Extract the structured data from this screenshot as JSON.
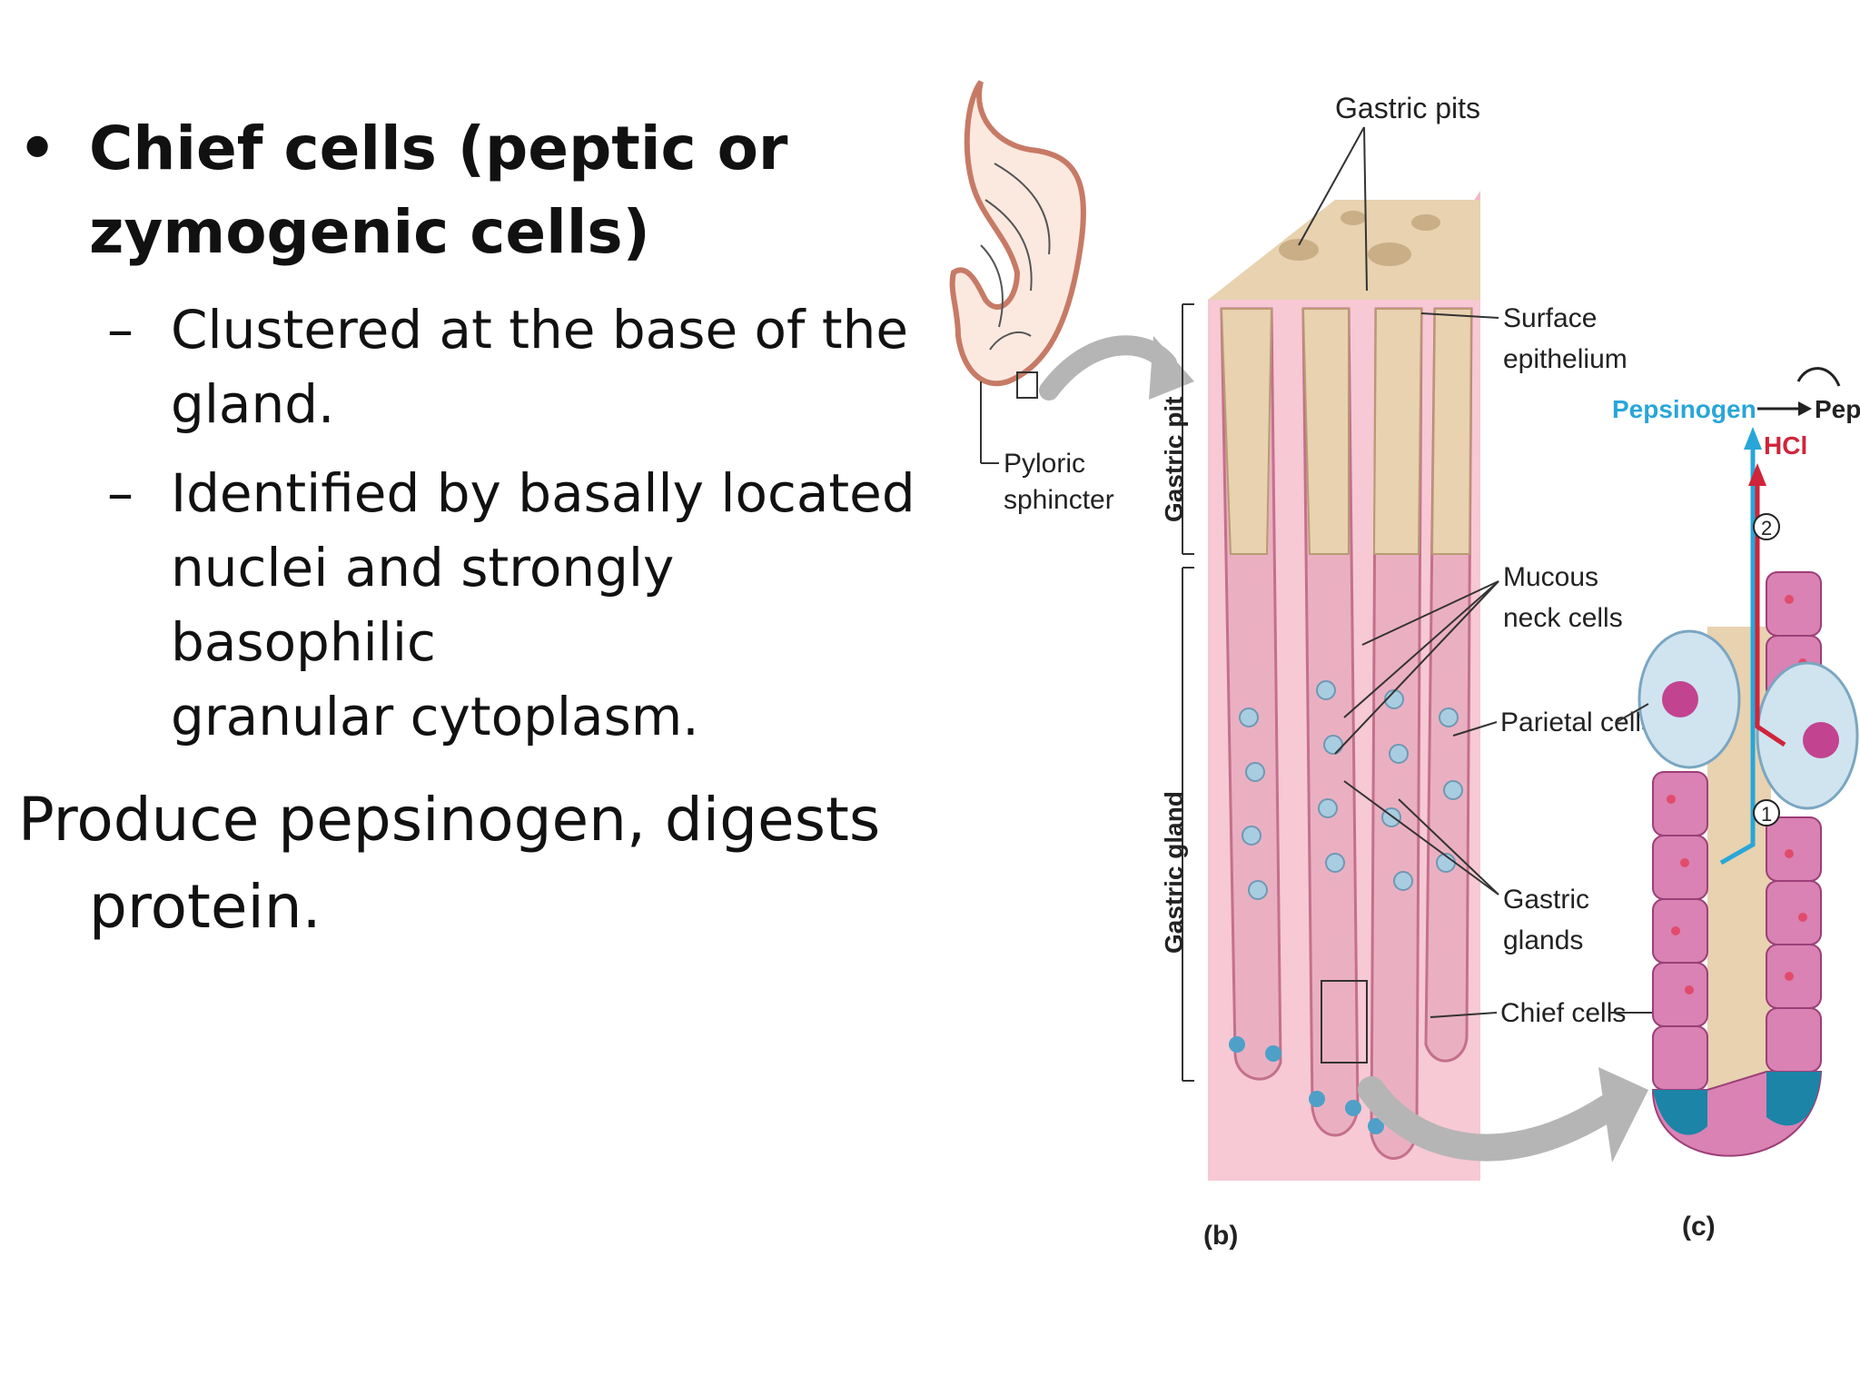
{
  "bullet": {
    "symbol": "•",
    "line1": "Chief cells (peptic or",
    "line2": "zymogenic cells)"
  },
  "subbullets": [
    {
      "dash": "–",
      "lines": [
        "Clustered at the base of the",
        "gland."
      ]
    },
    {
      "dash": "–",
      "lines": [
        "Identified by basally located",
        "nuclei and strongly basophilic",
        "granular cytoplasm."
      ]
    }
  ],
  "produce": {
    "line1": "Produce pepsinogen, digests",
    "line2": "protein."
  },
  "figure": {
    "labels": {
      "gastric_pits": "Gastric pits",
      "surface_epithelium_1": "Surface",
      "surface_epithelium_2": "epithelium",
      "pyloric_1": "Pyloric",
      "pyloric_2": "sphincter",
      "gastric_pit_axis": "Gastric pit",
      "gastric_gland_axis": "Gastric gland",
      "mucous_neck_1": "Mucous",
      "mucous_neck_2": "neck cells",
      "parietal_cells": "Parietal cells",
      "gastric_glands_1": "Gastric",
      "gastric_glands_2": "glands",
      "chief_cells": "Chief cells",
      "pepsinogen": "Pepsinogen",
      "pepsin": "Pepsin",
      "hcl": "HCl",
      "step1": "1",
      "step2": "2",
      "panel_b": "(b)",
      "panel_c": "(c)"
    },
    "colors": {
      "pepsinogen": "#29a6d8",
      "hcl": "#d0243a",
      "tissue_pink": "#f1b7c6",
      "tissue_tan": "#e8d2b0",
      "chief_blue": "#1c84a7"
    }
  }
}
